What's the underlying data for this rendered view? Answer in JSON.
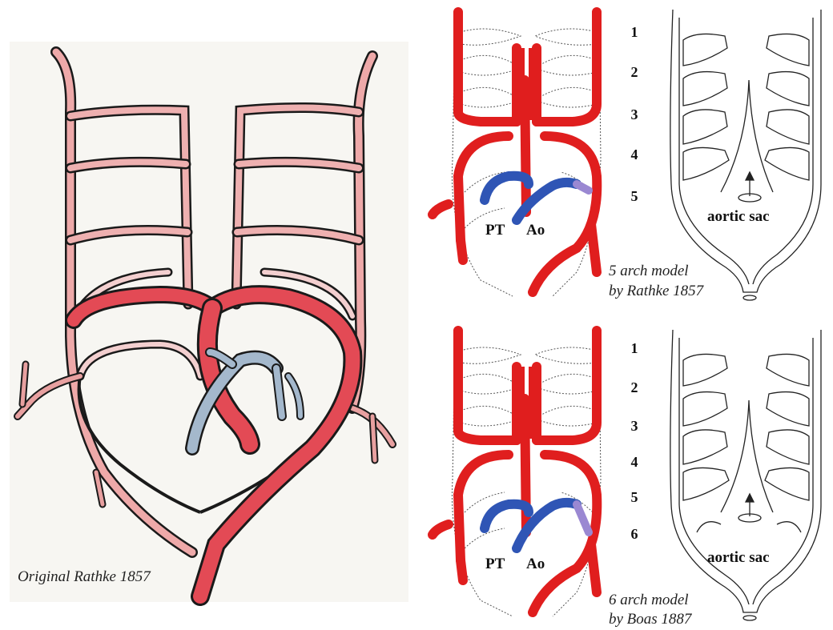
{
  "rathke_panel": {
    "caption": "Original Rathke 1857"
  },
  "model_top": {
    "arch_numbers": [
      "1",
      "2",
      "3",
      "4",
      "5"
    ],
    "pt_label": "PT",
    "ao_label": "Ao",
    "sac_label": "aortic sac",
    "caption_line1": "5 arch model",
    "caption_line2": "by Rathke 1857"
  },
  "model_bottom": {
    "arch_numbers": [
      "1",
      "2",
      "3",
      "4",
      "5",
      "6"
    ],
    "pt_label": "PT",
    "ao_label": "Ao",
    "sac_label": "aortic sac",
    "caption_line1": "6 arch model",
    "caption_line2": "by Boas 1887"
  },
  "colors": {
    "artery_red": "#e01e1e",
    "pulmonary_blue": "#2f55b5",
    "ductus_lilac": "#9a88d2",
    "sketch_pink": "#e8a0a0"
  }
}
